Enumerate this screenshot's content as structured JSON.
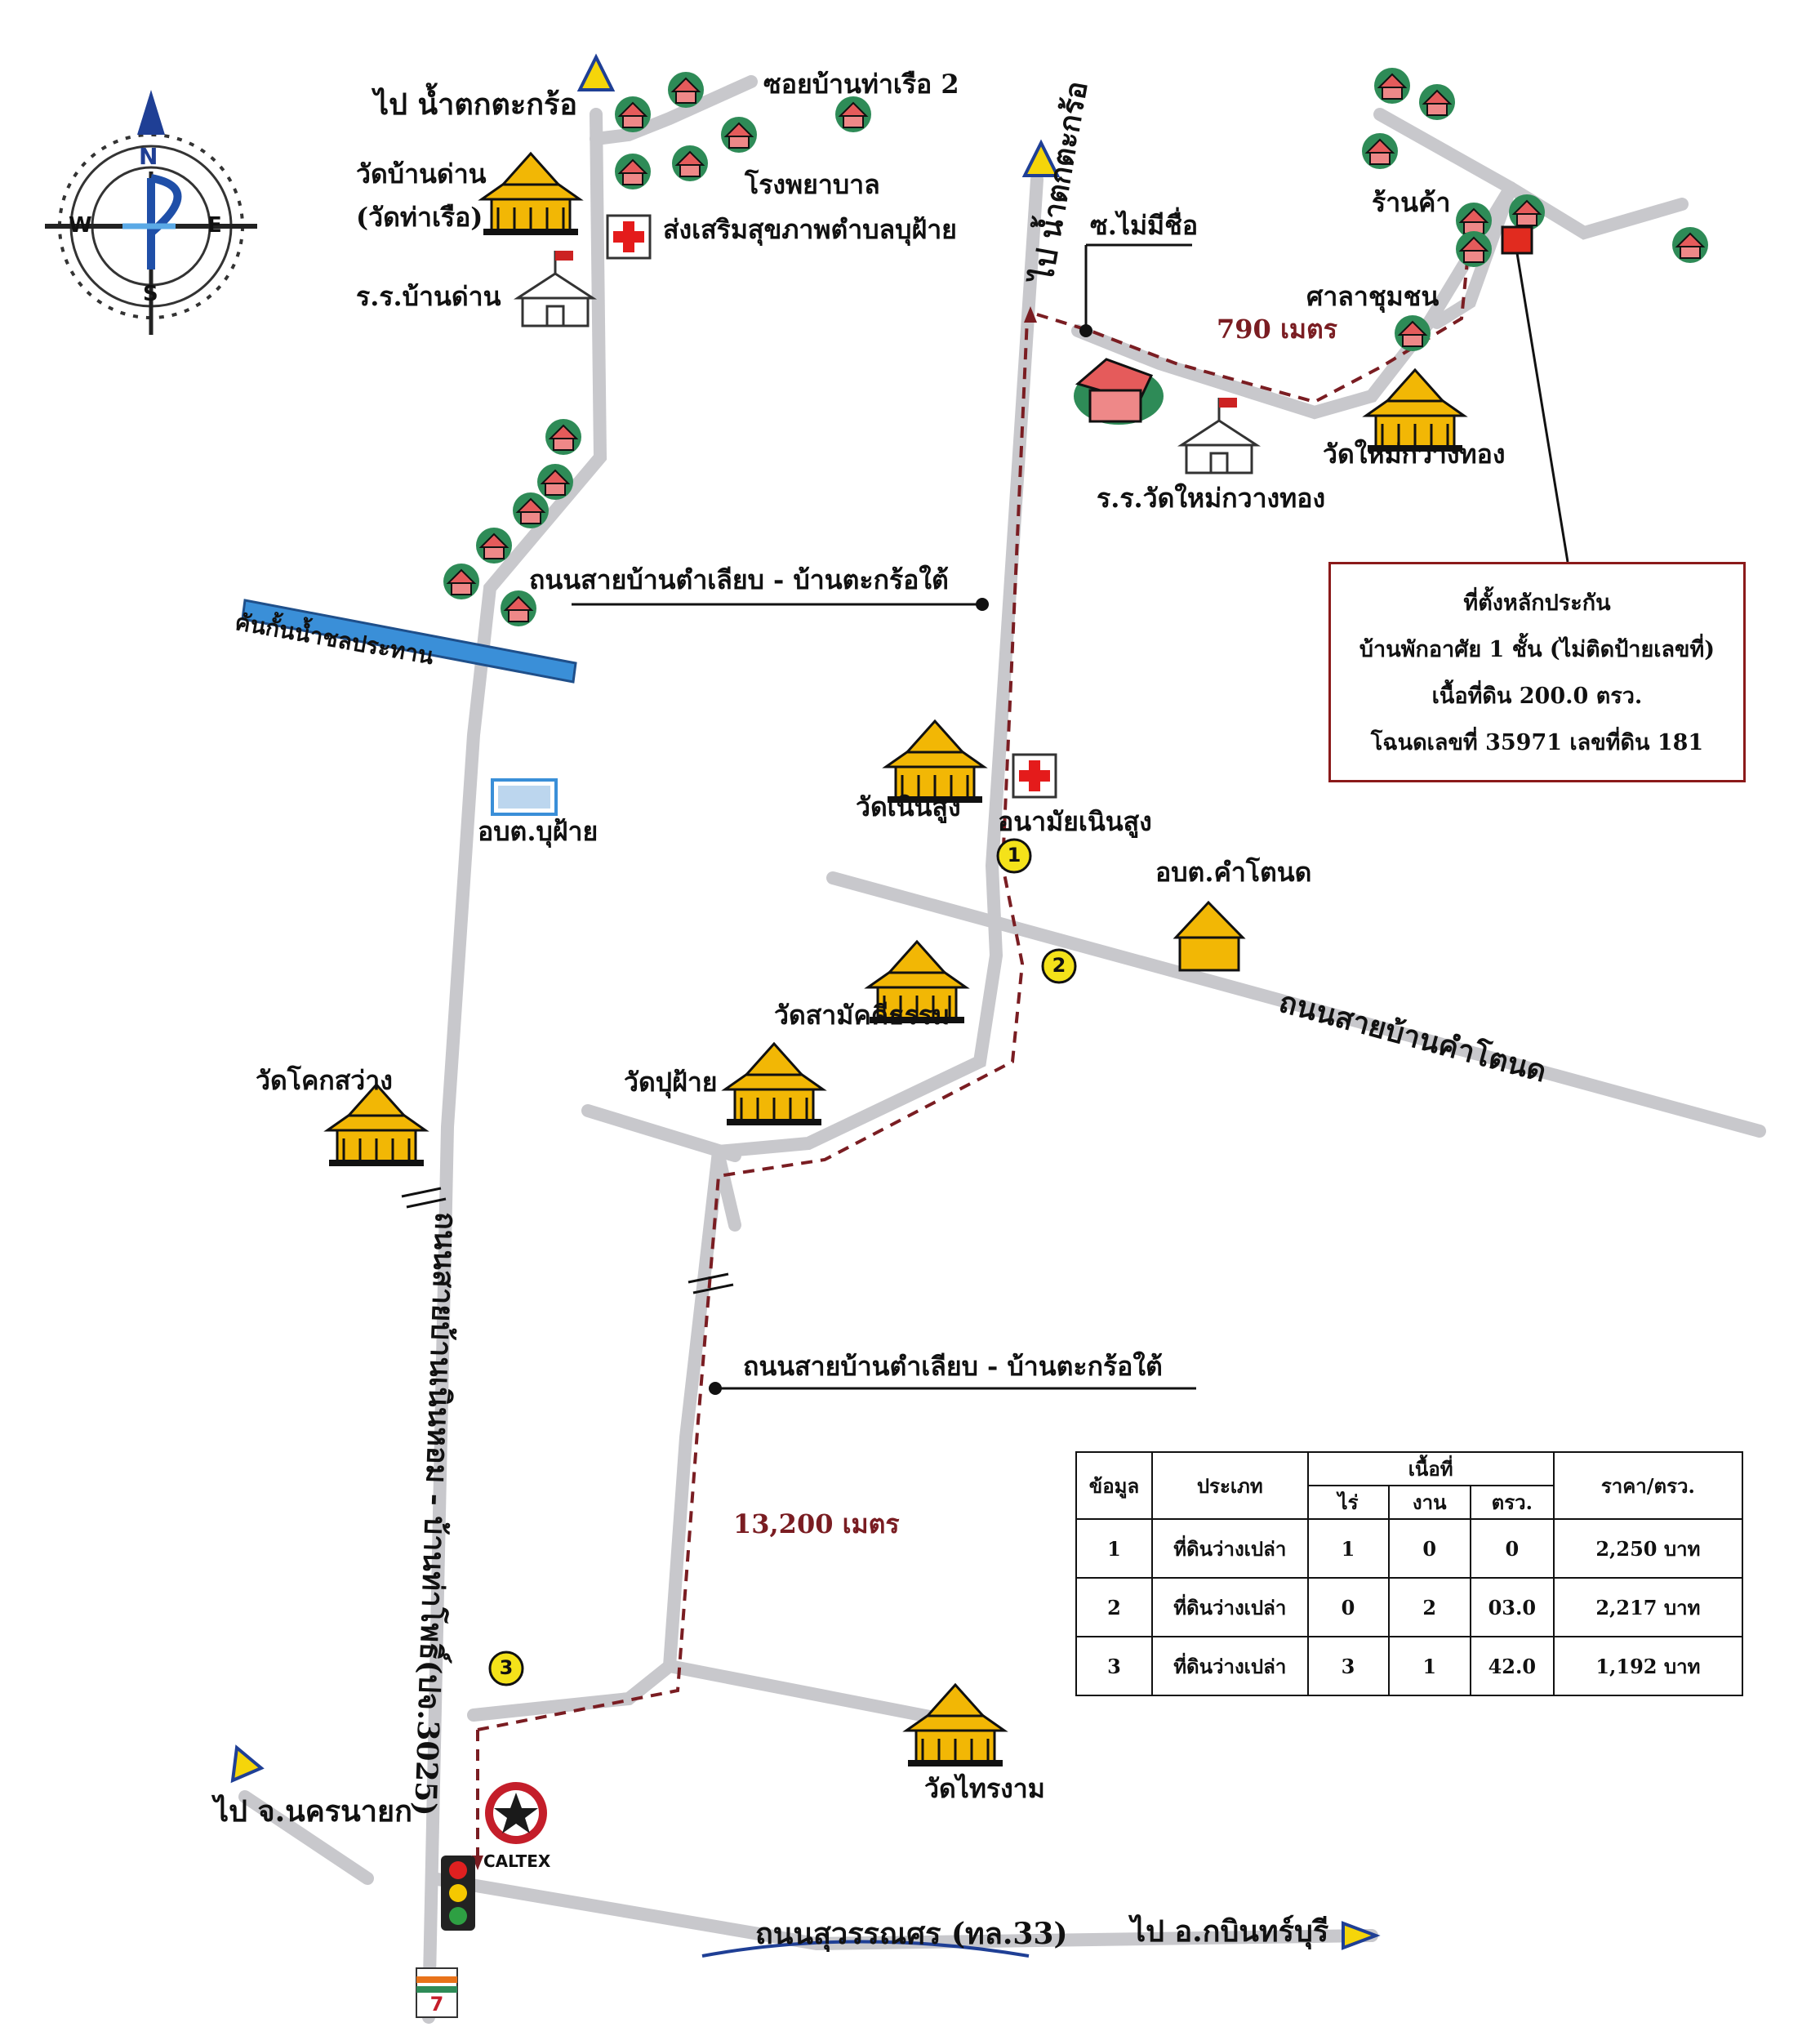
{
  "compass": {
    "north": "N",
    "south": "S",
    "east": "E",
    "west": "W"
  },
  "labels": {
    "to_waterfall_top": "ไป น้ำตกตะกร้อ",
    "soi_ban_tha_ruea": "ซอยบ้านท่าเรือ 2",
    "wat_ban_dan": "วัดบ้านด่าน",
    "wat_tha_ruea": "(วัดท่าเรือ)",
    "hospital": "โรงพยาบาล",
    "health_promotion": "ส่งเสริมสุขภาพตำบลบุฝ้าย",
    "school_ban_dan": "ร.ร.บ้านด่าน",
    "soi_no_name": "ซ.ไม่มีชื่อ",
    "to_waterfall_road": "ไป น้ำตกตะกร้อ",
    "distance_short": "790 เมตร",
    "shop": "ร้านค้า",
    "community_hall": "ศาลาชุมชน",
    "wat_mai_kwang_thong": "วัดใหม่กวางทอง",
    "school_wat_mai": "ร.ร.วัดใหม่กวางทอง",
    "road_tam_liap_upper": "ถนนสายบ้านตำเลียบ - บ้านตะกร้อใต้",
    "canal": "คันกั้นน้ำชลประทาน",
    "obt_bu_fai": "อบต.บุฝ้าย",
    "wat_noen_sung": "วัดเนินสูง",
    "health_noen_sung": "อนามัยเนินสูง",
    "obt_kham_tanot": "อบต.คำโตนด",
    "road_kham_tanot": "ถนนสายบ้านคำโตนด",
    "wat_samakkhi_tham": "วัดสามัคคีธรรม",
    "wat_khok_sawang": "วัดโคกสว่าง",
    "wat_pu_fai": "วัดปุฝ้าย",
    "road_tam_liap_lower": "ถนนสายบ้านตำเลียบ - บ้านตะกร้อใต้",
    "road_noen_hom": "ถนนสายบ้านเนินหอม - บ้านท่าโพธิ์(ปจ.3025)",
    "distance_long": "13,200 เมตร",
    "wat_sai_ngam": "วัดไทรงาม",
    "to_nakhon_nayok": "ไป จ.นครนายก",
    "caltex": "CALTEX",
    "road_suwannason": "ถนนสุวรรณศร (ทล.33)",
    "to_kabin_buri": "ไป อ.กบินทร์บุรี",
    "seven_eleven": "7-ELEVEn",
    "markers": [
      "1",
      "2",
      "3"
    ]
  },
  "collateral": {
    "title": "ที่ตั้งหลักประกัน",
    "line1": "บ้านพักอาศัย 1 ชั้น (ไม่ติดป้ายเลขที่)",
    "line2": "เนื้อที่ดิน 200.0 ตรว.",
    "line3": "โฉนดเลขที่ 35971 เลขที่ดิน 181"
  },
  "table": {
    "headers": {
      "info": "ข้อมูล",
      "type": "ประเภท",
      "area": "เนื้อที่",
      "rai": "ไร่",
      "ngan": "งาน",
      "sqwa": "ตรว.",
      "price": "ราคา/ตรว."
    },
    "rows": [
      {
        "no": "1",
        "type": "ที่ดินว่างเปล่า",
        "rai": "1",
        "ngan": "0",
        "sqwa": "0",
        "price": "2,250 บาท"
      },
      {
        "no": "2",
        "type": "ที่ดินว่างเปล่า",
        "rai": "0",
        "ngan": "2",
        "sqwa": "03.0",
        "price": "2,217 บาท"
      },
      {
        "no": "3",
        "type": "ที่ดินว่างเปล่า",
        "rai": "3",
        "ngan": "1",
        "sqwa": "42.0",
        "price": "1,192 บาท"
      }
    ]
  },
  "colors": {
    "road": "#c8c8cc",
    "route": "#7a1d22",
    "canal": "#3a8fd8",
    "temple": "#f2b705",
    "house_roof": "#e55b5b",
    "tree": "#2e8b57",
    "marker": "#f4e21a",
    "hospital_cross": "#e41b1b",
    "collateral_marker": "#e12b1f"
  }
}
